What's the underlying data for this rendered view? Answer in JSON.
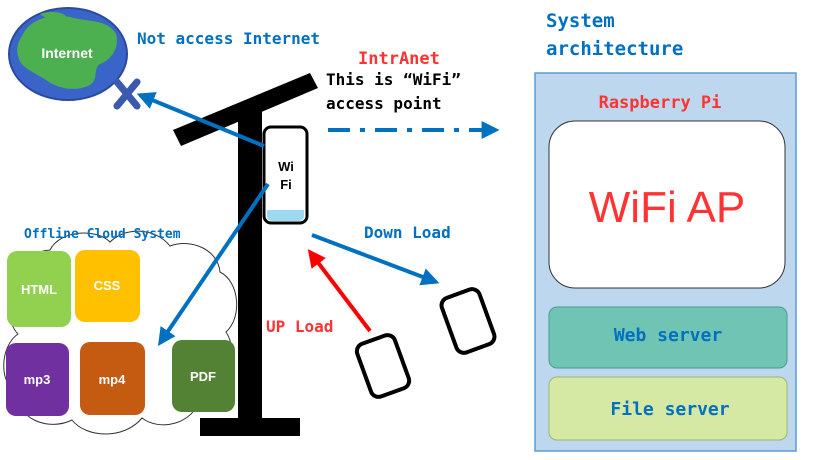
{
  "internet": {
    "label": "Internet"
  },
  "no_access": {
    "label": "Not access Internet"
  },
  "intranet": {
    "label": "IntrAnet"
  },
  "ap_desc": {
    "line1": "This is “WiFi”",
    "line2": "access point"
  },
  "router": {
    "line1": "Wi",
    "line2": "Fi"
  },
  "cloud": {
    "title": "Offline Cloud System",
    "files": [
      {
        "label": "HTML",
        "color": "#92d050"
      },
      {
        "label": "CSS",
        "color": "#ffc000"
      },
      {
        "label": "mp3",
        "color": "#7030a0"
      },
      {
        "label": "mp4",
        "color": "#c55a11"
      },
      {
        "label": "PDF",
        "color": "#548235"
      }
    ]
  },
  "download": {
    "label": "Down Load"
  },
  "upload": {
    "label": "UP Load"
  },
  "architecture": {
    "title_line1": "System",
    "title_line2": "architecture",
    "device": "Raspberry Pi",
    "ap": "WiFi AP",
    "web_server": "Web server",
    "file_server": "File server"
  },
  "colors": {
    "blue_text": "#0070c0",
    "red_text": "#ff3333",
    "arrow_blue": "#0070c0",
    "arrow_red": "#ff0000",
    "arch_bg": "#bdd7ee",
    "web_server_bg": "#70c4b4",
    "file_server_bg": "#d5e8a4"
  }
}
